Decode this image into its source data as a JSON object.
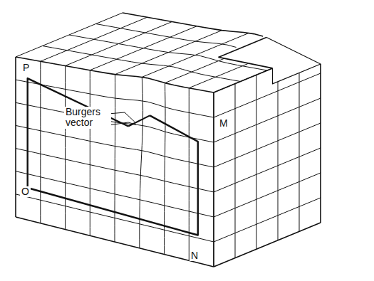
{
  "diagram": {
    "labels": [
      "P",
      "Burgers vector",
      "M",
      "O",
      "N"
    ]
  }
}
